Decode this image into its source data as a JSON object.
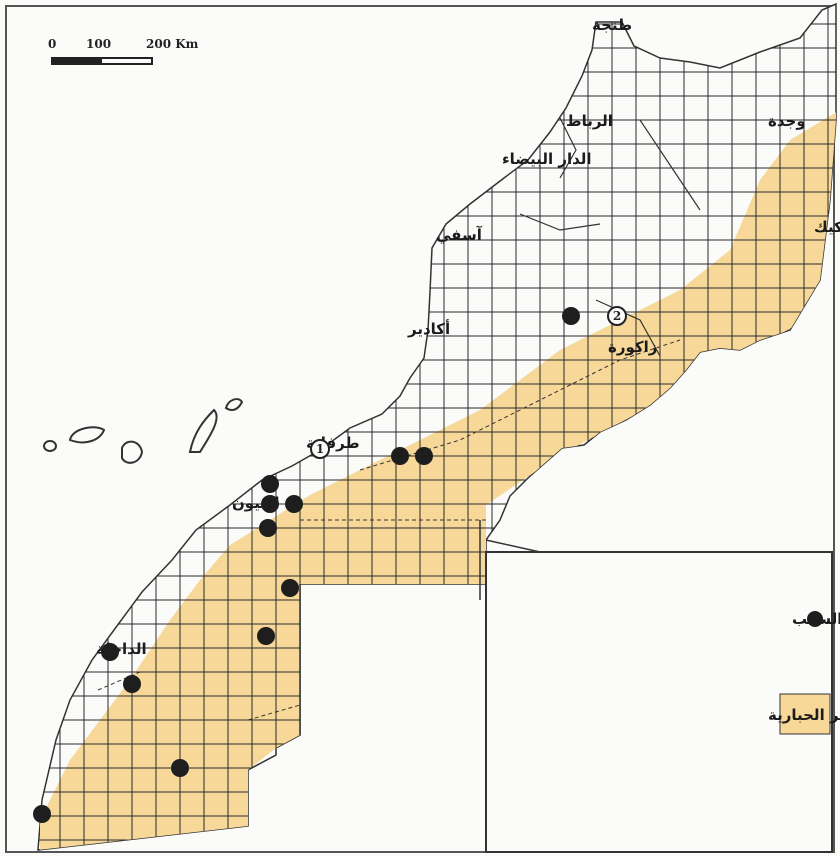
{
  "scale": {
    "ticks": [
      "0",
      "100",
      "200 Km"
    ]
  },
  "cities": {
    "tanger": "طنجة",
    "rabat": "الرباط",
    "oujda": "وجدة",
    "casablanca": "الدار البيضاء",
    "safi": "آسفي",
    "figuig": "فكيك",
    "agadir": "أكادير",
    "zagora": "زاكورة",
    "tarfaya": "طرفاية",
    "laayoune": "العيون",
    "dakhla": "الداخلة"
  },
  "site_markers": [
    "1",
    "2"
  ],
  "legend": {
    "fox_label": "مناطق تواجد الثعلب السغب",
    "bustard_label": "مساحة توزيع طائر الحبارية"
  },
  "colors": {
    "range_fill": "#f7d898",
    "dot": "#1e1e1e",
    "grid_line": "#2a2a2a",
    "background": "#fbfbf9"
  }
}
